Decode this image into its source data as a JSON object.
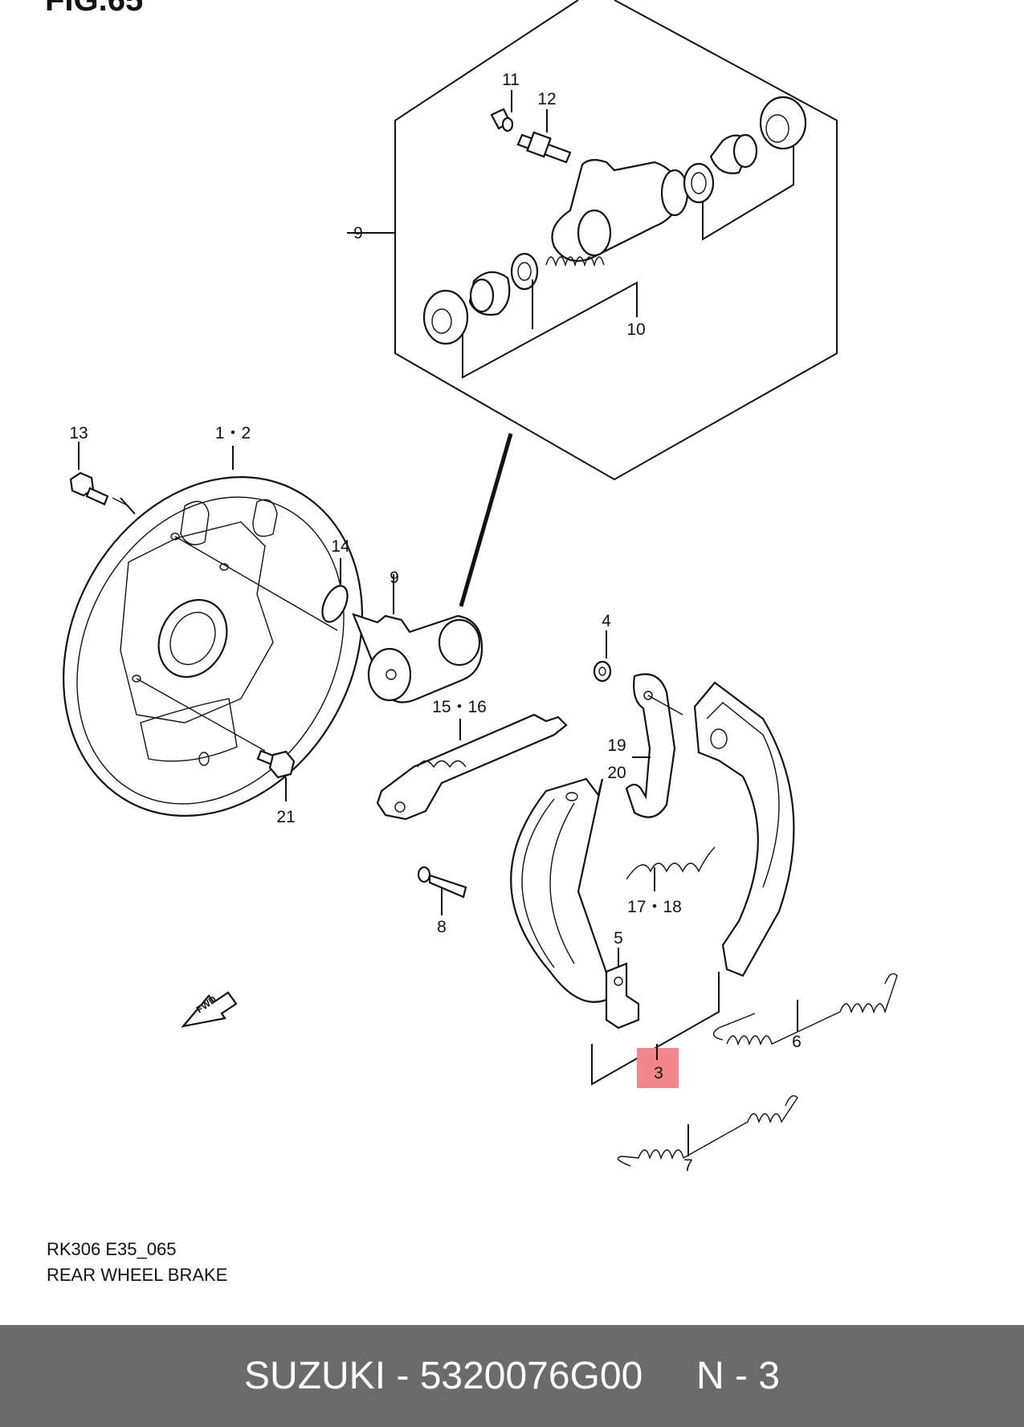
{
  "figure": {
    "title": "FIG.65",
    "code": "RK306 E35_065",
    "name": "REAR WHEEL BRAKE",
    "fwd_label": "FWD",
    "highlight_color": "#f2878b"
  },
  "callouts": {
    "c1_2": "1・2",
    "c3": "3",
    "c4": "4",
    "c5": "5",
    "c6": "6",
    "c7": "7",
    "c8": "8",
    "c9_top": "9",
    "c9": "9",
    "c10": "10",
    "c11": "11",
    "c12": "12",
    "c13": "13",
    "c14": "14",
    "c15_16": "15・16",
    "c17_18": "17・18",
    "c19": "19",
    "c20": "20",
    "c21": "21"
  },
  "footer": {
    "text": "SUZUKI - 5320076G00     N - 3",
    "background": "#6b6b6b"
  }
}
